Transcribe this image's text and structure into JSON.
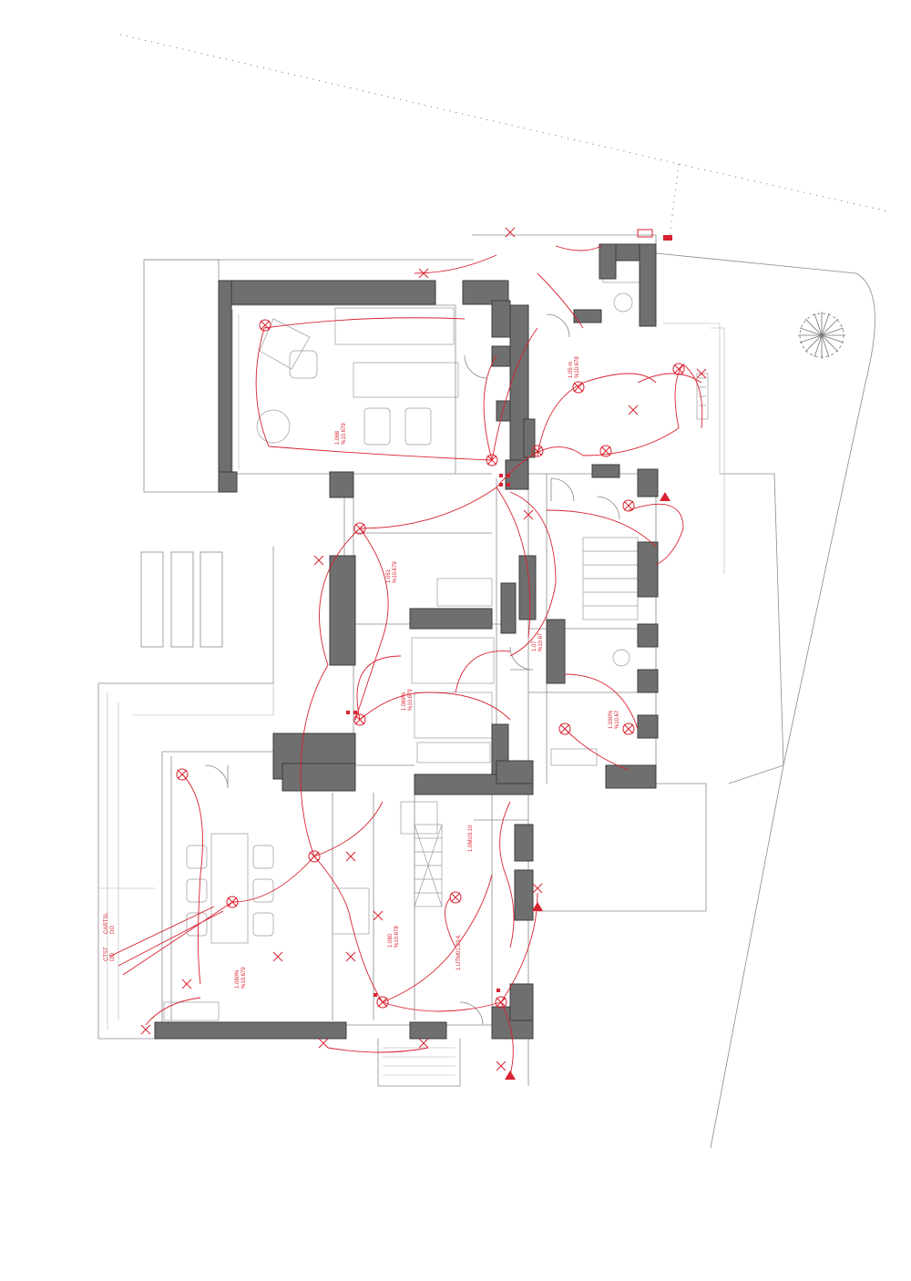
{
  "plan": {
    "type": "electrical floor plan",
    "colors": {
      "walls": "#6f6f6f",
      "electrical": "#d8222f",
      "lines": "#8a8a8a"
    },
    "room_labels": [
      {
        "id": "living",
        "text": "1.068\n%10.679"
      },
      {
        "id": "hall",
        "text": "1.051\n%10.679"
      },
      {
        "id": "dining-hall",
        "text": "1.069%\n%10.679"
      },
      {
        "id": "bedroom",
        "text": "1.05 m\n%10.678"
      },
      {
        "id": "bath",
        "text": "1.07\n%10.67"
      },
      {
        "id": "wc",
        "text": "1.090%\n%10.67"
      },
      {
        "id": "kitchen",
        "text": "1.080%\n%10.679"
      },
      {
        "id": "staircase",
        "text": "1.080\n%10.678"
      },
      {
        "id": "utility",
        "text": "1.UTM01.23.4."
      },
      {
        "id": "store",
        "text": "1.0MU3.10"
      },
      {
        "id": "annotation-left",
        "text": "CTST\nDO"
      },
      {
        "id": "annotation-left2",
        "text": "CARTSL\nDO"
      }
    ],
    "icons": [
      "tree-icon",
      "fireplace-icon",
      "stair-icon",
      "electrical-fixture-icon"
    ]
  }
}
